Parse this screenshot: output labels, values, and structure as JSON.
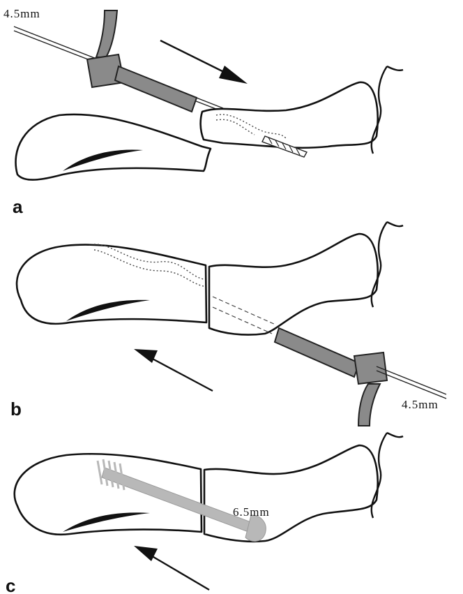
{
  "panels": [
    {
      "label": "a",
      "measurement": "4.5mm"
    },
    {
      "label": "b",
      "measurement": "4.5mm"
    },
    {
      "label": "c",
      "measurement": "6.5mm"
    }
  ],
  "colors": {
    "tool": "#8a8a8a",
    "screw": "#b8b8b8",
    "line": "#111111"
  }
}
